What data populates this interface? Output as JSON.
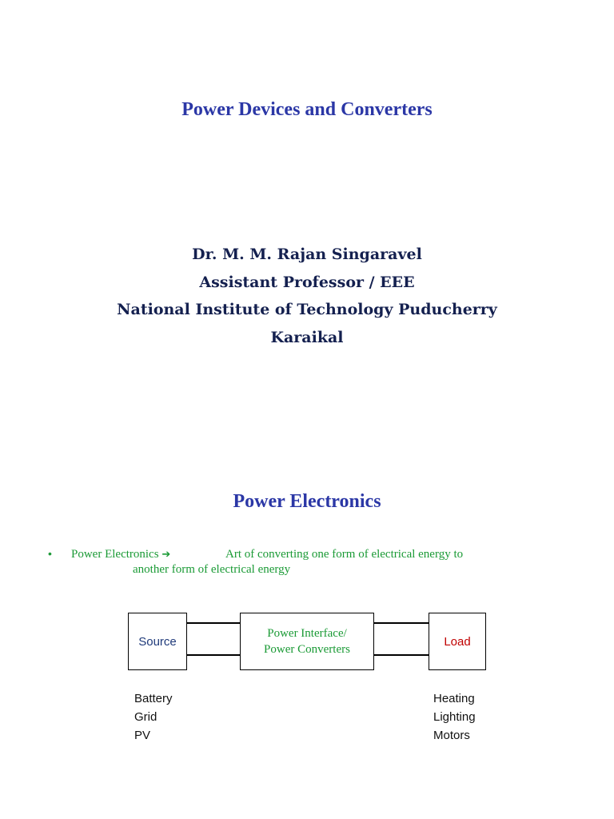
{
  "slide1": {
    "title": "Power Devices and Converters",
    "author_lines": [
      "Dr. M. M. Rajan Singaravel",
      "Assistant Professor / EEE",
      "National Institute of Technology Puducherry",
      "Karaikal"
    ]
  },
  "slide2": {
    "title": "Power Electronics",
    "bullet": {
      "marker": "•",
      "term": "Power Electronics",
      "arrow": "➔",
      "definition_line1": "Art of converting one form of electrical energy to",
      "definition_line2": "another form of electrical energy"
    },
    "diagram": {
      "source_label": "Source",
      "converter_label_line1": "Power Interface/",
      "converter_label_line2": "Power Converters",
      "load_label": "Load",
      "sources": [
        "Battery",
        "Grid",
        "PV"
      ],
      "loads": [
        "Heating",
        "Lighting",
        "Motors"
      ]
    }
  },
  "colors": {
    "title_blue": "#2b37a6",
    "author_navy": "#14204f",
    "bullet_green": "#1a9a35",
    "source_blue": "#1f3a7a",
    "load_red": "#c00000"
  }
}
